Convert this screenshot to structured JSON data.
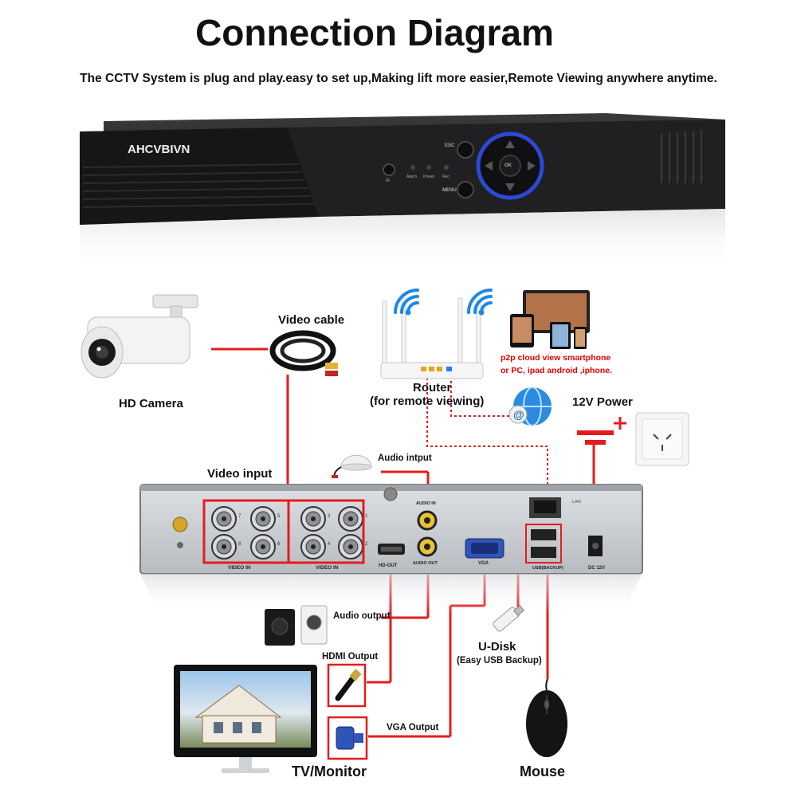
{
  "header": {
    "title": "Connection Diagram",
    "subtitle": "The CCTV System is plug and play.easy to set up,Making lift more easier,Remote Viewing anywhere anytime."
  },
  "dvr_front": {
    "brand": "AHCVBIVN",
    "buttons": [
      "ESC",
      "MENU",
      "OK"
    ],
    "indicators": [
      "IR",
      "Alarm",
      "Power",
      "Rec"
    ]
  },
  "labels": {
    "hd_camera": "HD Camera",
    "video_cable": "Video cable",
    "router": "Router",
    "router_sub": "(for remote viewing)",
    "p2p_line1": "p2p cloud  view smartphone",
    "p2p_line2": "or PC, ipad android ,iphone.",
    "power_12v": "12V Power",
    "video_input": "Video input",
    "audio_input": "Audio intput",
    "audio_output": "Audio output",
    "hdmi_output": "HDMI Output",
    "vga_output": "VGA Output",
    "udisk": "U-Disk",
    "udisk_sub": "(Easy USB Backup)",
    "tv_monitor": "TV/Monitor",
    "mouse": "Mouse"
  },
  "dvr_back": {
    "video_in_left": "VIDEO IN",
    "video_in_right": "VIDEO IN",
    "audio_in": "AUDIO IN",
    "audio_out": "AUDIO OUT",
    "hd_out": "HD-OUT",
    "vga": "VGA",
    "usb": "USB(BACKUP)",
    "lan": "LAN",
    "dc12v": "DC 12V",
    "channel_numbers": [
      "7",
      "5",
      "3",
      "1",
      "8",
      "6",
      "4",
      "2"
    ]
  },
  "colors": {
    "wire": "#e21d1d",
    "dvr_body": "#1e1e20",
    "panel": "#c9cdd2",
    "wifi": "#1e88e5",
    "text": "#111111"
  },
  "icons": {
    "camera": "bullet-camera-icon",
    "cable": "video-cable-icon",
    "router": "router-icon",
    "wifi": "wifi-icon",
    "devices": "devices-icon",
    "cloud": "internet-globe-icon",
    "power": "power-outlet-icon",
    "mic": "microphone-icon",
    "speaker": "speaker-icon",
    "hdmi": "hdmi-cable-icon",
    "vga": "vga-cable-icon",
    "usb": "usb-drive-icon",
    "mouse": "mouse-icon",
    "monitor": "monitor-icon"
  }
}
